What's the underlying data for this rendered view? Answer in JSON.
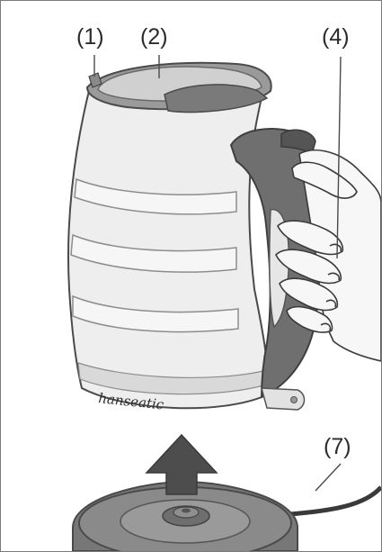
{
  "callouts": [
    {
      "id": "1",
      "text": "(1)"
    },
    {
      "id": "2",
      "text": "(2)"
    },
    {
      "id": "4",
      "text": "(4)"
    },
    {
      "id": "7",
      "text": "(7)"
    }
  ],
  "brand": {
    "text": "hanseatic"
  },
  "colors": {
    "outline": "#4a4a4a",
    "kettle_body": "#eeeeee",
    "lid": "#cfcfcf",
    "handle": "#6f6f6f",
    "stripe": "#c8c8c8",
    "arrow": "#4d4d4d",
    "base": "#707070",
    "skin": "#f7f7f7"
  },
  "icons": [
    "up-arrow-icon",
    "hand-icon"
  ]
}
